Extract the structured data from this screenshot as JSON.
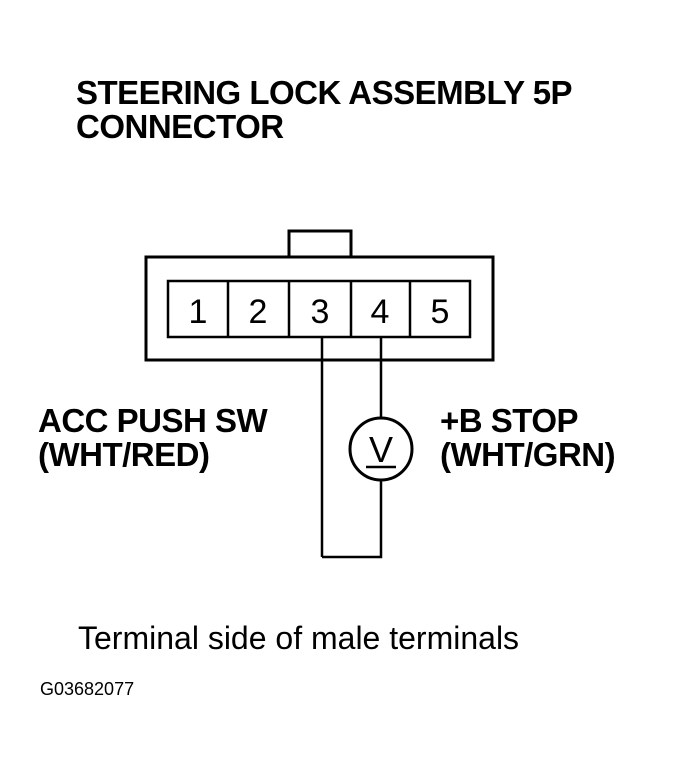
{
  "title": {
    "line1": "STEERING LOCK ASSEMBLY 5P",
    "line2": "CONNECTOR"
  },
  "connector": {
    "pins": [
      "1",
      "2",
      "3",
      "4",
      "5"
    ]
  },
  "left_label": {
    "line1": "ACC PUSH SW",
    "line2": "(WHT/RED)"
  },
  "right_label": {
    "line1": "+B STOP",
    "line2": "(WHT/GRN)"
  },
  "meter_symbol": "V",
  "caption": "Terminal side of male terminals",
  "figure_id": "G03682077"
}
